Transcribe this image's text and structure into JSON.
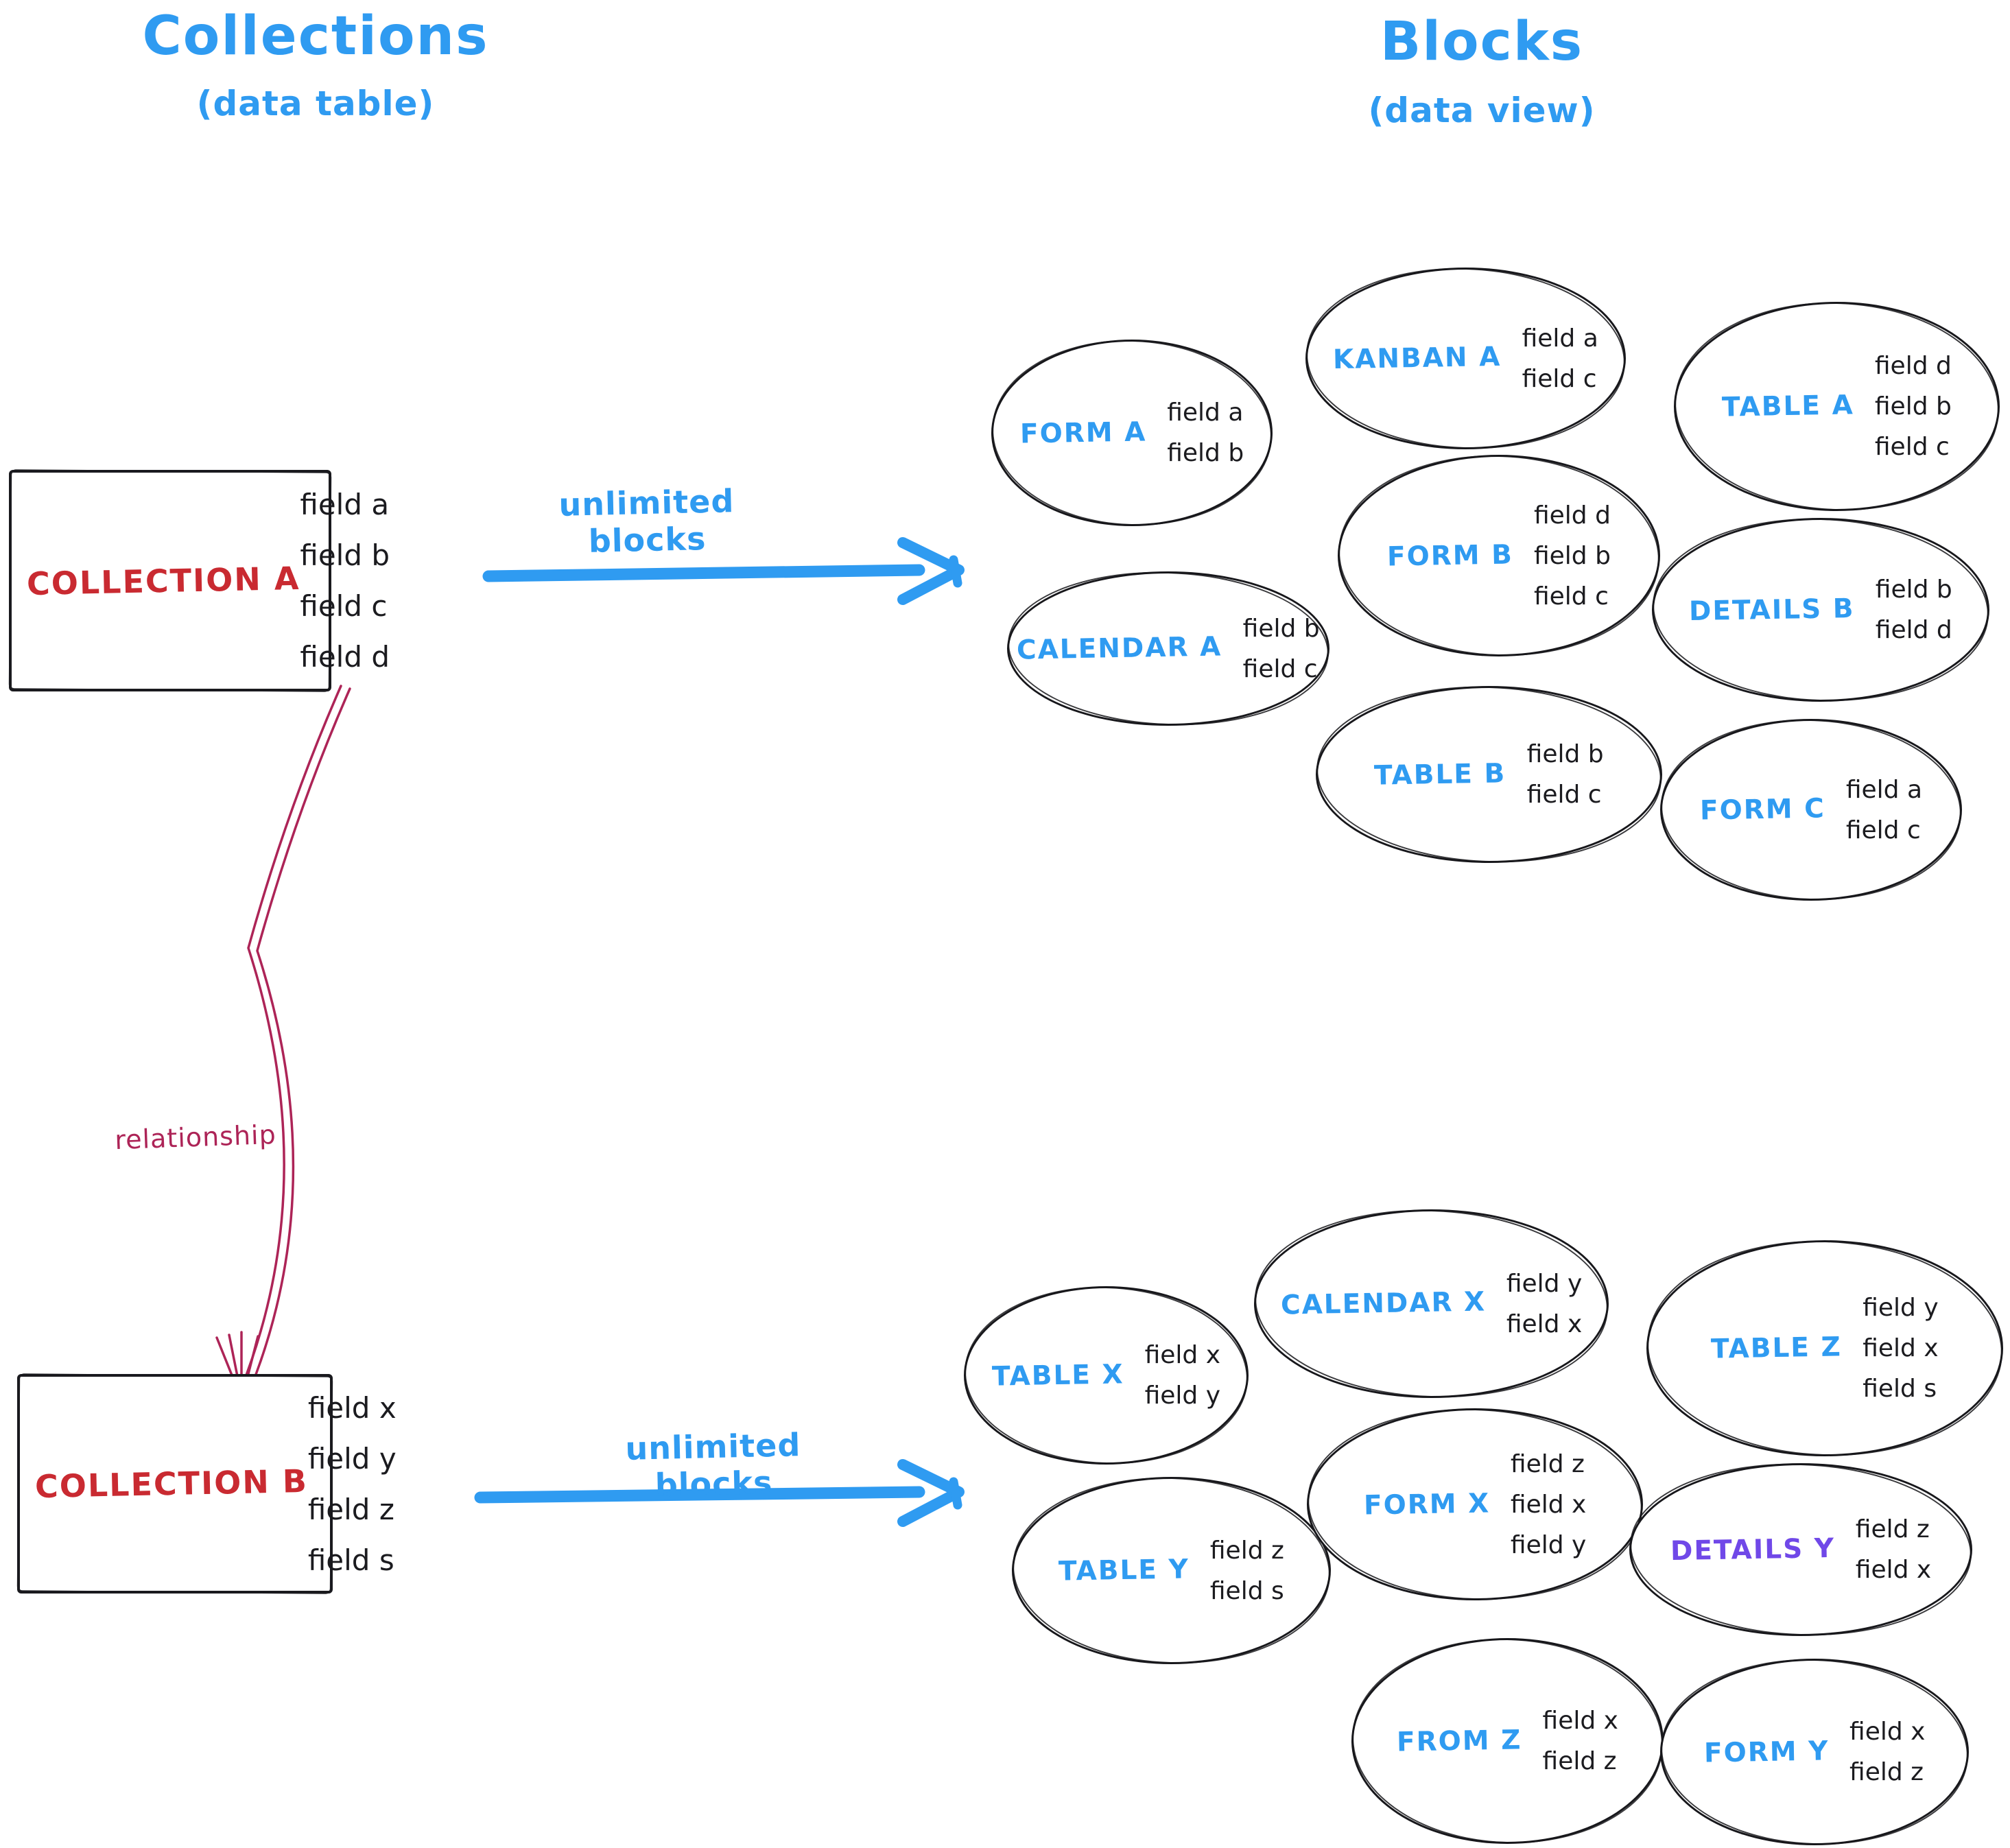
{
  "titles": {
    "left": {
      "main": "Collections",
      "sub": "(data table)"
    },
    "right": {
      "main": "Blocks",
      "sub": "(data view)"
    }
  },
  "collections": {
    "a": {
      "name": "COLLECTION A",
      "fields": [
        "field a",
        "field b",
        "field c",
        "field d"
      ]
    },
    "b": {
      "name": "COLLECTION B",
      "fields": [
        "field x",
        "field y",
        "field z",
        "field s"
      ]
    }
  },
  "arrows": {
    "top_label": "unlimited blocks",
    "bottom_label": "unlimited blocks",
    "relationship_label": "relationship"
  },
  "blocks_a": [
    {
      "name": "FORM A",
      "fields": [
        "field a",
        "field b"
      ]
    },
    {
      "name": "KANBAN A",
      "fields": [
        "field a",
        "field c"
      ]
    },
    {
      "name": "TABLE A",
      "fields": [
        "field d",
        "field b",
        "field c"
      ]
    },
    {
      "name": "CALENDAR A",
      "fields": [
        "field b",
        "field c"
      ]
    },
    {
      "name": "FORM B",
      "fields": [
        "field d",
        "field b",
        "field c"
      ]
    },
    {
      "name": "DETAILS B",
      "fields": [
        "field b",
        "field d"
      ]
    },
    {
      "name": "TABLE B",
      "fields": [
        "field b",
        "field c"
      ]
    },
    {
      "name": "FORM C",
      "fields": [
        "field a",
        "field c"
      ]
    }
  ],
  "blocks_b": [
    {
      "name": "TABLE X",
      "fields": [
        "field x",
        "field y"
      ]
    },
    {
      "name": "CALENDAR X",
      "fields": [
        "field y",
        "field x"
      ]
    },
    {
      "name": "TABLE Z",
      "fields": [
        "field y",
        "field x",
        "field s"
      ]
    },
    {
      "name": "TABLE Y",
      "fields": [
        "field z",
        "field s"
      ]
    },
    {
      "name": "FORM X",
      "fields": [
        "field z",
        "field x",
        "field y"
      ]
    },
    {
      "name": "DETAILS Y",
      "fields": [
        "field z",
        "field x"
      ]
    },
    {
      "name": "FROM Z",
      "fields": [
        "field x",
        "field z"
      ]
    },
    {
      "name": "FORM Y",
      "fields": [
        "field x",
        "field z"
      ]
    }
  ],
  "colors": {
    "blue": "#2f9bf1",
    "red": "#c92a31",
    "pink": "#ad2457",
    "purple": "#7048e8",
    "ink": "#1b1b1f"
  }
}
